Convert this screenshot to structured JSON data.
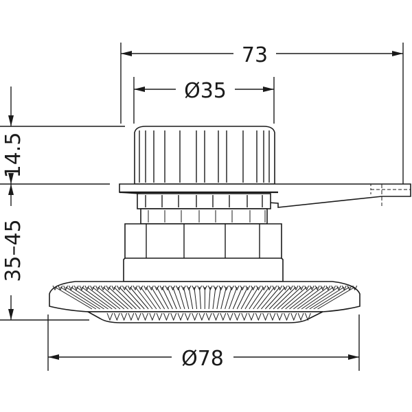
{
  "dimensions": {
    "overall_width": "73",
    "top_diameter": "Ø35",
    "base_diameter": "Ø78",
    "bracket_height": "14.5",
    "height_range": "35–45"
  },
  "colors": {
    "line": "#1a1a1a",
    "background": "#ffffff"
  }
}
